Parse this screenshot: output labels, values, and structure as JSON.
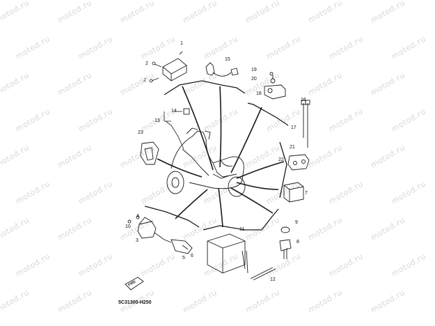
{
  "watermark": {
    "text": "motod.ru"
  },
  "diagram": {
    "code": "5C31300-H250",
    "fwd_label": "FWD",
    "callouts": [
      "1",
      "2",
      "2",
      "15",
      "19",
      "20",
      "18",
      "16",
      "17",
      "14",
      "13",
      "23",
      "21",
      "22",
      "7",
      "4",
      "10",
      "3",
      "5",
      "6",
      "11",
      "9",
      "8",
      "12"
    ]
  },
  "colors": {
    "line": "#1a1a1a",
    "watermark": "#d7d7d7"
  }
}
